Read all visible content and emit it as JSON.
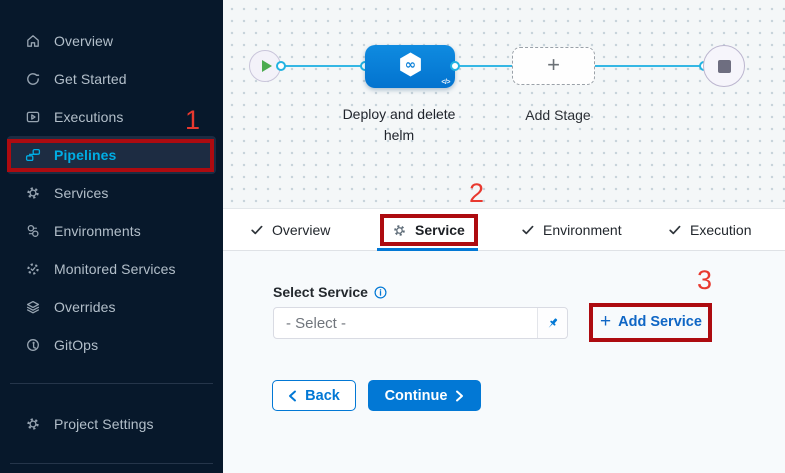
{
  "colors": {
    "accent_blue": "#0278d5",
    "link_blue": "#0f66c5",
    "edge_cyan": "#35b7e4",
    "sidebar_bg": "#07182b",
    "sidebar_active_text": "#00ade4",
    "annotation_box": "#ad0b10",
    "annotation_number": "#e8392f",
    "stage_node_blue": "#0b82da"
  },
  "sidebar": {
    "items": [
      {
        "label": "Overview",
        "icon": "home-icon"
      },
      {
        "label": "Get Started",
        "icon": "get-started-icon"
      },
      {
        "label": "Executions",
        "icon": "executions-icon"
      },
      {
        "label": "Pipelines",
        "icon": "pipelines-icon",
        "active": true
      },
      {
        "label": "Services",
        "icon": "gear-icon"
      },
      {
        "label": "Environments",
        "icon": "environments-icon"
      },
      {
        "label": "Monitored Services",
        "icon": "monitored-gear-icon"
      },
      {
        "label": "Overrides",
        "icon": "layers-icon"
      },
      {
        "label": "GitOps",
        "icon": "gitops-icon"
      }
    ],
    "footer_item": {
      "label": "Project Settings",
      "icon": "gear-icon"
    }
  },
  "canvas": {
    "stage_label": "Deploy and delete helm",
    "add_stage_label": "Add Stage",
    "add_stage_plus": "+",
    "code_badge": "</>"
  },
  "tabs": [
    {
      "label": "Overview",
      "icon": "check-icon",
      "state": "completed"
    },
    {
      "label": "Service",
      "icon": "gear-icon",
      "state": "active"
    },
    {
      "label": "Environment",
      "icon": "check-icon",
      "state": "completed"
    },
    {
      "label": "Execution",
      "icon": "check-icon",
      "state": "completed"
    }
  ],
  "form": {
    "select_label": "Select Service",
    "select_value": "- Select -",
    "add_service_plus": "+",
    "add_service_label": "Add Service"
  },
  "buttons": {
    "back": "Back",
    "continue": "Continue"
  },
  "annotations": [
    {
      "number": "1"
    },
    {
      "number": "2"
    },
    {
      "number": "3"
    }
  ]
}
